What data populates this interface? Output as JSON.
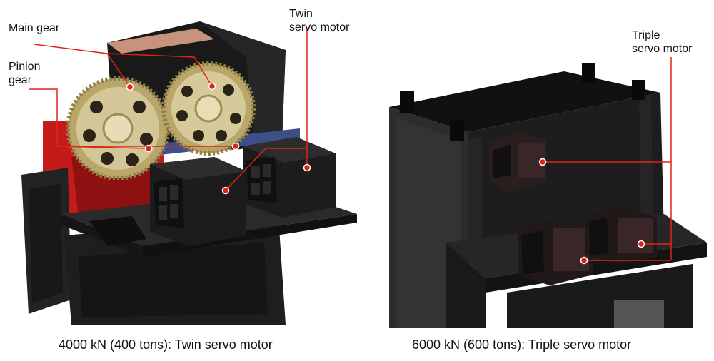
{
  "left": {
    "labels": {
      "main_gear": "Main gear",
      "pinion_gear": "Pinion\ngear",
      "twin_motor": "Twin\nservo motor"
    },
    "caption": "4000 kN (400 tons): Twin servo motor"
  },
  "right": {
    "labels": {
      "triple_motor": "Triple\nservo motor"
    },
    "caption": "6000 kN (600 tons): Triple servo motor"
  },
  "colors": {
    "callout": "#e0231a",
    "frame": "#1f1f1f",
    "frame_shadow": "#0c0c0c",
    "gear": "#cbbf8c",
    "red_part": "#c41a1a",
    "background": "#ffffff"
  }
}
